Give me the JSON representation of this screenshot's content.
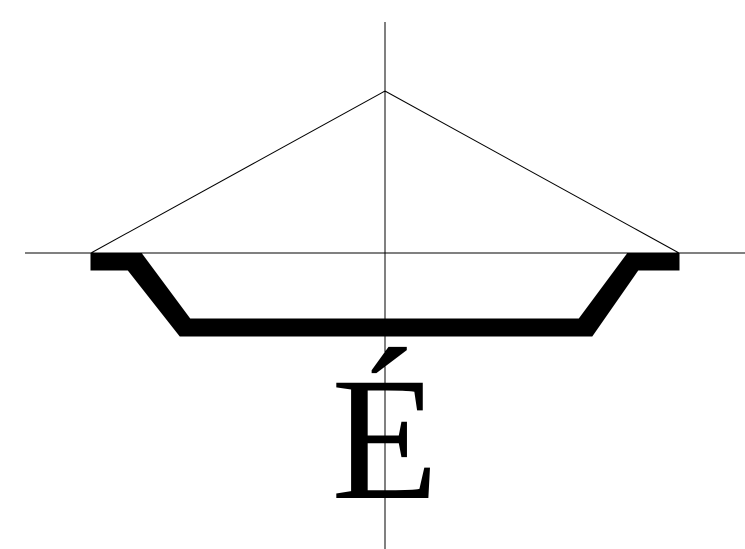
{
  "figure": {
    "glyph": "É",
    "colors": {
      "background": "#ffffff",
      "line": "#000000",
      "fill": "#000000"
    },
    "elements": [
      "vertical-axis-line",
      "horizontal-axis-line",
      "apex-triangle",
      "accent-profile-shape"
    ]
  }
}
